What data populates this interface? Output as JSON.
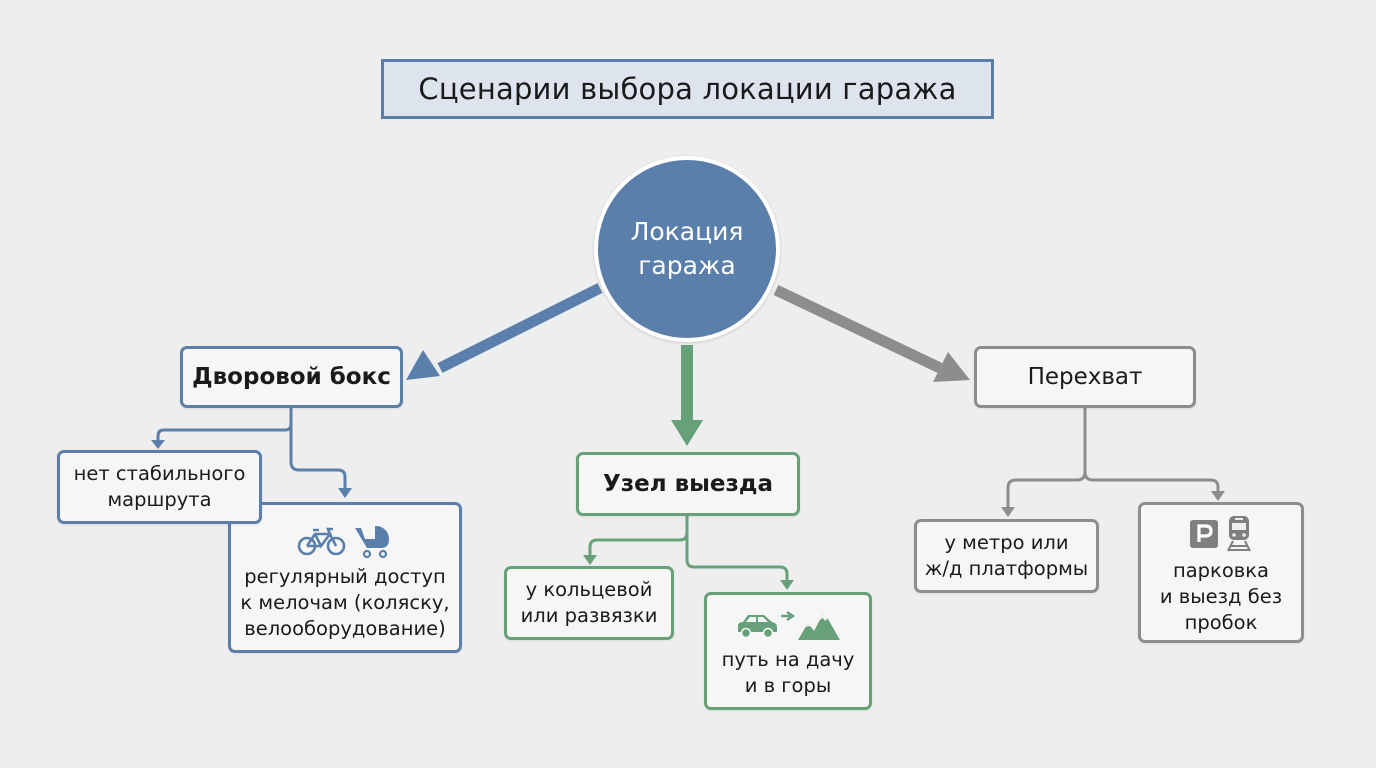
{
  "title": "Сценарии выбора локации гаража",
  "colors": {
    "background": "#eeeeee",
    "blue": "#5a7fab",
    "green": "#66a17a",
    "gray": "#8d8d8d",
    "title_fill": "#dde4ee"
  },
  "hub": {
    "line1": "Локация",
    "line2": "гаража"
  },
  "branches": {
    "yard": {
      "label": "Дворовой бокс",
      "children": [
        {
          "line1": "нет стабильного",
          "line2": "маршрута"
        },
        {
          "line1": "регулярный доступ",
          "line2": "к мелочам (коляску,",
          "line3": "велооборудование)",
          "icons": [
            "bicycle-icon",
            "stroller-icon"
          ]
        }
      ]
    },
    "exit": {
      "label": "Узел выезда",
      "children": [
        {
          "line1": "у кольцевой",
          "line2": "или развязки"
        },
        {
          "line1": "путь на дачу",
          "line2": "и в горы",
          "icons": [
            "car-icon",
            "arrow-right-icon",
            "mountains-icon"
          ]
        }
      ]
    },
    "intercept": {
      "label": "Перехват",
      "children": [
        {
          "line1": "у метро или",
          "line2": "ж/д платформы"
        },
        {
          "line1": "парковка",
          "line2": "и выезд без",
          "line3": "пробок",
          "icons": [
            "parking-icon",
            "train-icon"
          ]
        }
      ]
    }
  }
}
